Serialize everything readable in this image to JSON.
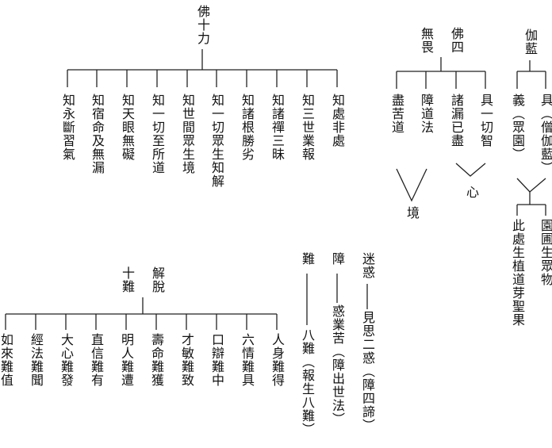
{
  "ten_powers": {
    "title": "佛十力",
    "items": [
      "知處非處",
      "知三世業報",
      "知諸禪三昧",
      "知諸根勝劣",
      "知一切眾生知解",
      "知世間眾生境",
      "知一切至所道",
      "知天眼無礙",
      "知宿命及無漏",
      "知永斷習氣"
    ]
  },
  "four_fearlessness": {
    "title_a": "佛四",
    "title_b": "無畏",
    "items": [
      "具一切智",
      "諸漏已盡",
      "障道法",
      "盡苦道"
    ],
    "mind": "心",
    "realm": "境"
  },
  "sangharama": {
    "title": "伽藍",
    "meaning_a": "具（僧伽藍）",
    "meaning_b": "義（眾園）",
    "expl_a": "園圃生眾物",
    "expl_b": "此處生植道芽聖果"
  },
  "ten_difficulties": {
    "title_a": "解脫",
    "title_b": "十難",
    "items": [
      "人身難得",
      "六情難具",
      "口辯難中",
      "才敏難致",
      "壽命難獲",
      "明人難遭",
      "直信難有",
      "大心難發",
      "經法難聞",
      "如來難值"
    ]
  },
  "obstacles": {
    "mi": "迷惑",
    "mi_text": "見思二惑（障四諦）",
    "zhang": "障",
    "zhang_text": "惑業苦（障出世法）",
    "nan": "難",
    "nan_text": "八難（報生八難）"
  }
}
